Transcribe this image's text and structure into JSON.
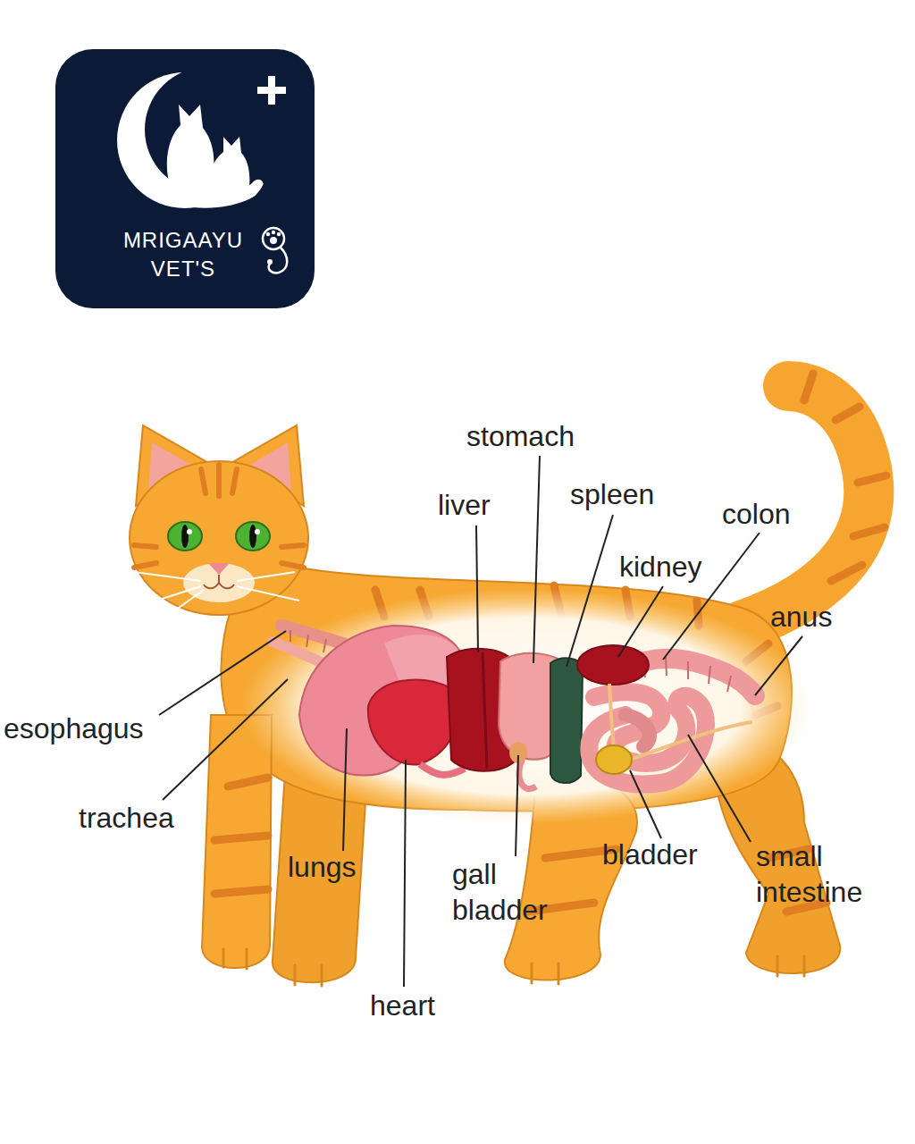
{
  "diagram": {
    "nodes": [
      {
        "text": [
          "MRIGAAYU VET'S"
        ]
      }
    ],
    "labels": [
      "stomach",
      "liver",
      "spleen",
      "colon",
      "kidney",
      "anus",
      "esophagus",
      "trachea",
      "lungs",
      "gall bladder",
      "heart",
      "bladder",
      "small intestine"
    ]
  }
}
